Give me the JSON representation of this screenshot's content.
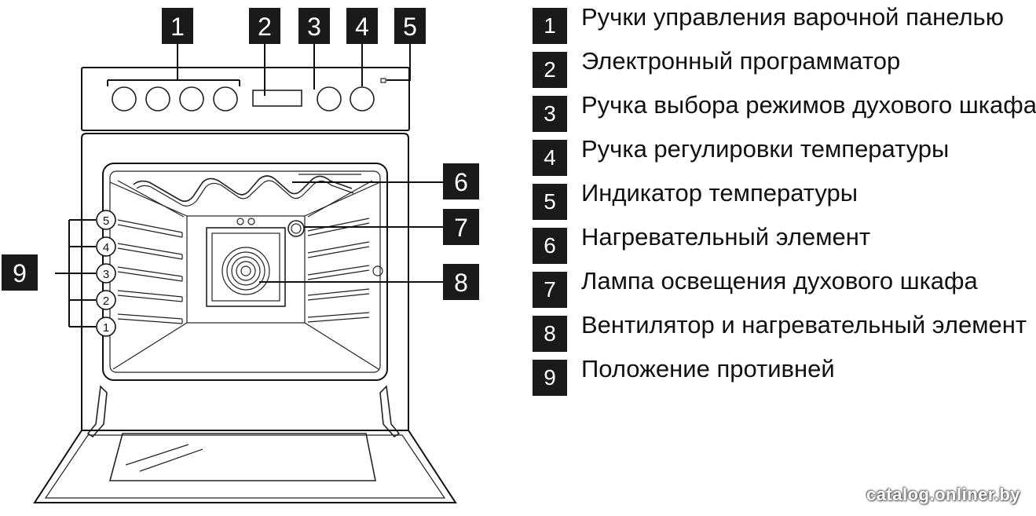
{
  "callouts": [
    "1",
    "2",
    "3",
    "4",
    "5",
    "6",
    "7",
    "8",
    "9"
  ],
  "shelf_positions": [
    "5",
    "4",
    "3",
    "2",
    "1"
  ],
  "legend": [
    {
      "num": "1",
      "text": "Ручки управления варочной панелью"
    },
    {
      "num": "2",
      "text": "Электронный программатор"
    },
    {
      "num": "3",
      "text": "Ручка выбора режимов духового шкафа"
    },
    {
      "num": "4",
      "text": "Ручка регулировки температуры"
    },
    {
      "num": "5",
      "text": "Индикатор температуры"
    },
    {
      "num": "6",
      "text": "Нагревательный элемент"
    },
    {
      "num": "7",
      "text": "Лампа освещения духового шкафа"
    },
    {
      "num": "8",
      "text": "Вентилятор и нагревательный элемент"
    },
    {
      "num": "9",
      "text": "Положение противней"
    }
  ],
  "watermark": "catalog.onliner.by",
  "colors": {
    "callout_bg": "#1a1a1a",
    "callout_text": "#ffffff",
    "line": "#111111"
  }
}
